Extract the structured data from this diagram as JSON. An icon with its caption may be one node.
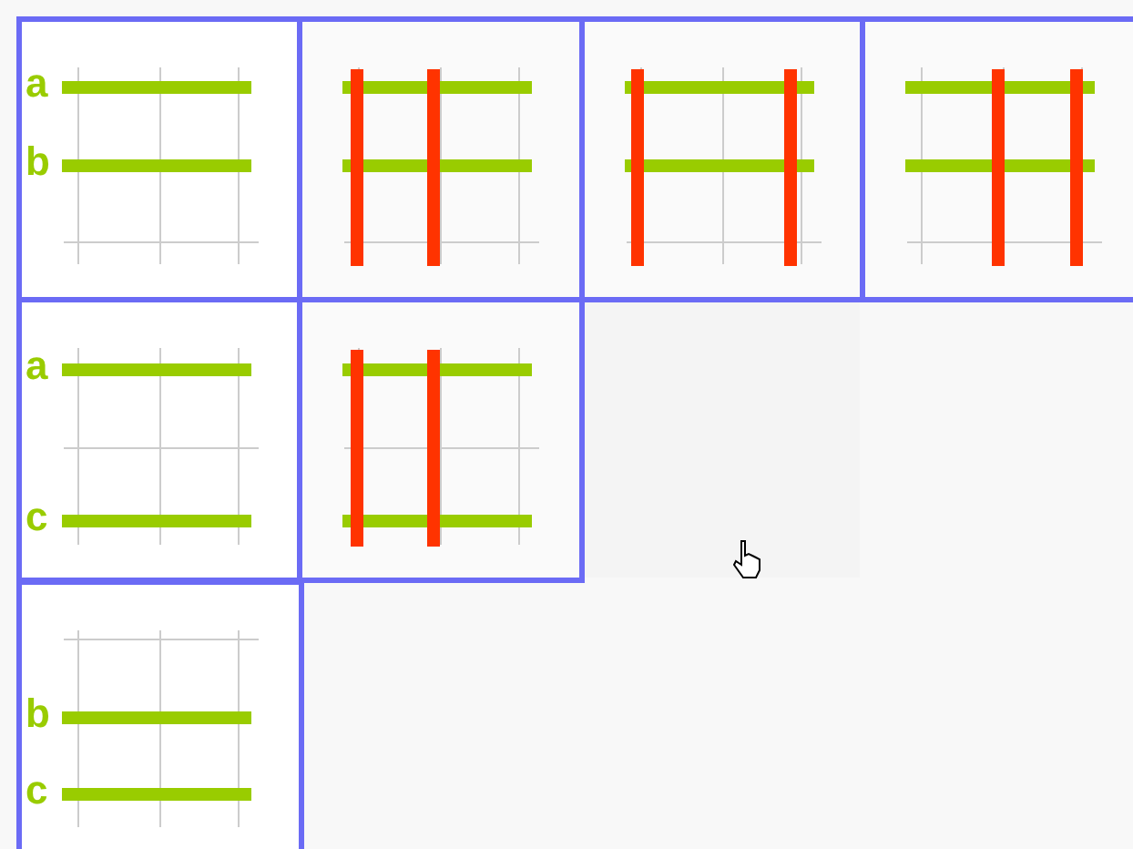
{
  "diagram": {
    "labels": [
      "a",
      "b",
      "a",
      "c",
      "b",
      "c"
    ]
  }
}
